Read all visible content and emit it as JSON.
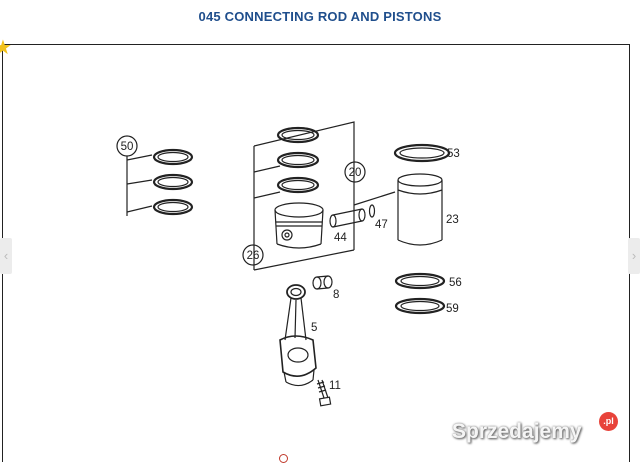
{
  "header": {
    "title": "045 CONNECTING ROD AND PISTONS"
  },
  "diagram": {
    "callouts": {
      "c50": "50",
      "c20": "20",
      "c26": "26",
      "c53": "53",
      "c23": "23",
      "c44": "44",
      "c47": "47",
      "c56": "56",
      "c59": "59",
      "c8": "8",
      "c5": "5",
      "c11": "11"
    }
  },
  "watermark": {
    "text": "Sprzedajemy",
    "badge": ".pl"
  },
  "icons": {
    "favorite": "star-icon",
    "prev": "chevron-left-icon",
    "next": "chevron-right-icon"
  },
  "colors": {
    "title": "#1f4e8c",
    "star": "#f2c21b",
    "indicator": "#c0392b",
    "badge": "#e8433a"
  }
}
